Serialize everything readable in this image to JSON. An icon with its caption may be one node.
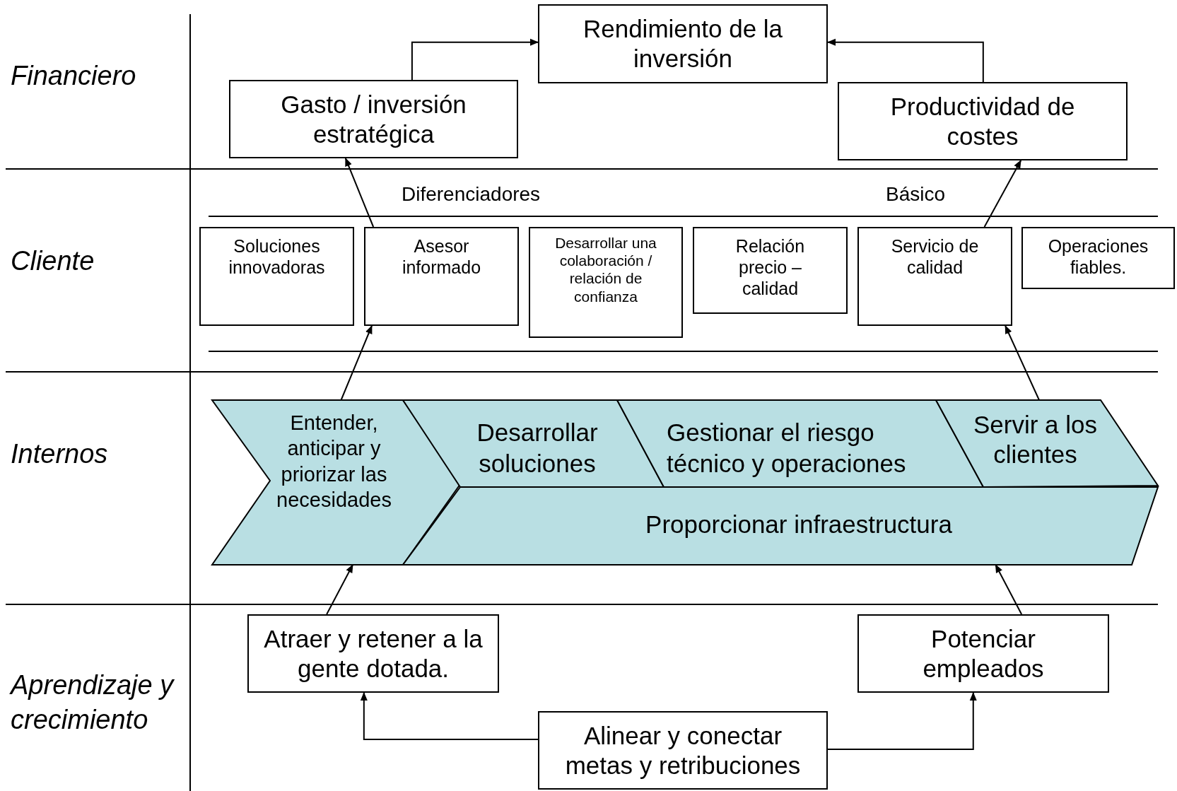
{
  "diagram": {
    "nodes": [
      {
        "text": [
          "Rendimiento de la inversión"
        ]
      },
      {
        "text": [
          "Gasto / inversión estratégica"
        ]
      },
      {
        "text": [
          "Productividad de costes"
        ]
      },
      {
        "text": [
          "Soluciones innovadoras"
        ]
      },
      {
        "text": [
          "Asesor informado"
        ]
      },
      {
        "text": [
          "Desarrollar una colaboración / relación de confianza"
        ]
      },
      {
        "text": [
          "Relación precio – calidad"
        ]
      },
      {
        "text": [
          "Servicio de calidad"
        ]
      },
      {
        "text": [
          "Operaciones fiables."
        ]
      },
      {
        "text": [
          "Entender, anticipar y priorizar las necesidades"
        ]
      },
      {
        "text": [
          "Desarrollar soluciones"
        ]
      },
      {
        "text": [
          "Gestionar el riesgo técnico y operaciones"
        ]
      },
      {
        "text": [
          "Servir a los clientes"
        ]
      },
      {
        "text": [
          "Proporcionar infraestructura"
        ]
      },
      {
        "text": [
          "Atraer y retener a la gente dotada."
        ]
      },
      {
        "text": [
          "Potenciar empleados"
        ]
      },
      {
        "text": [
          "Alinear y conectar metas y retribuciones"
        ]
      }
    ],
    "edges": [
      {
        "from": 1,
        "to": 0,
        "arrow": "to"
      },
      {
        "from": 2,
        "to": 0,
        "arrow": "to"
      },
      {
        "from": 4,
        "to": 1,
        "arrow": "to"
      },
      {
        "from": 7,
        "to": 2,
        "arrow": "to"
      },
      {
        "from": 9,
        "to": 4,
        "arrow": "to"
      },
      {
        "from": 12,
        "to": 7,
        "arrow": "to"
      },
      {
        "from": 14,
        "to": 9,
        "arrow": "to"
      },
      {
        "from": 15,
        "to": 13,
        "arrow": "to"
      },
      {
        "from": 16,
        "to": 14,
        "arrow": "to"
      },
      {
        "from": 16,
        "to": 15,
        "arrow": "to"
      }
    ],
    "labels": [
      "Financiero",
      "Cliente",
      "Diferenciadores",
      "Básico",
      "Internos",
      "Aprendizaje y crecimiento"
    ]
  }
}
